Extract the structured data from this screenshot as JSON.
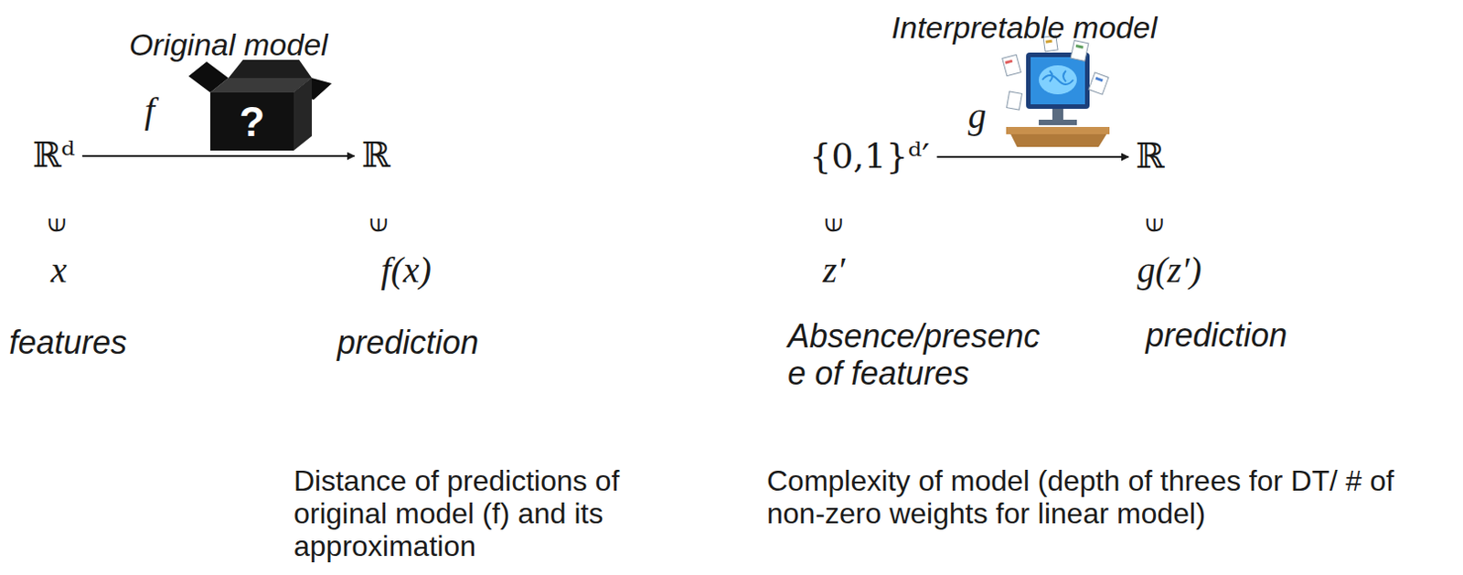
{
  "diagram": {
    "nodes": [
      {
        "text": [
          "ℝᵈ"
        ]
      },
      {
        "text": [
          "ℝ"
        ]
      },
      {
        "text": [
          "{0,1}ᵈ′"
        ]
      },
      {
        "text": [
          "ℝ"
        ]
      }
    ],
    "edges": [
      {
        "from": 0,
        "to": 1,
        "label": "f",
        "arrow": "to"
      },
      {
        "from": 2,
        "to": 3,
        "label": "g",
        "arrow": "to"
      }
    ],
    "labels": [
      "Original model",
      "?",
      "⟒",
      "⟒",
      "x",
      "f(x)",
      "features",
      "prediction",
      "Interpretable model",
      "⟒",
      "⟒",
      "z′",
      "g(z′)",
      "Absence/presence of features",
      "prediction",
      "Distance of predictions of original model (f) and its approximation",
      "Complexity of model (depth of threes for DT/ # of non-zero weights for linear model)"
    ]
  }
}
